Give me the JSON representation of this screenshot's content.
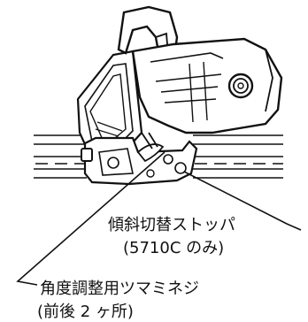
{
  "labels": {
    "tilt_stopper": "傾斜切替ストッパ",
    "tilt_stopper_note": "(5710C のみ)",
    "angle_knob": "角度調整用ツマミネジ",
    "angle_knob_note": "(前後 2 ヶ所)"
  },
  "colors": {
    "ink": "#111111",
    "paper": "#ffffff"
  }
}
